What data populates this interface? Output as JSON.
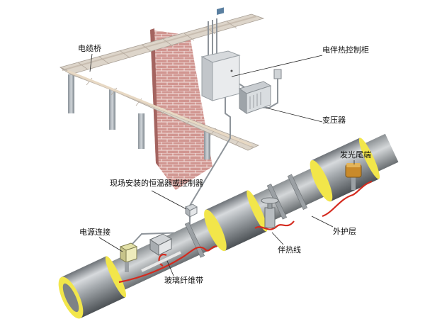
{
  "labels": {
    "cable_tray": "电缆桥",
    "control_cabinet": "电伴热控制柜",
    "transformer": "变压器",
    "thermostat": "现场安装的恒温器或控制器",
    "end_light": "发光尾端",
    "power_connection": "电源连接",
    "outer_jacket": "外护层",
    "heat_tracing_cable": "伴热线",
    "glass_fiber_tape": "玻璃纤维带"
  },
  "colors": {
    "heating_cable": "#d42a1e",
    "insulation_ring": "#f2e64a",
    "brick_wall": "#c9837d",
    "cable_tray": "#d8cfc3"
  }
}
